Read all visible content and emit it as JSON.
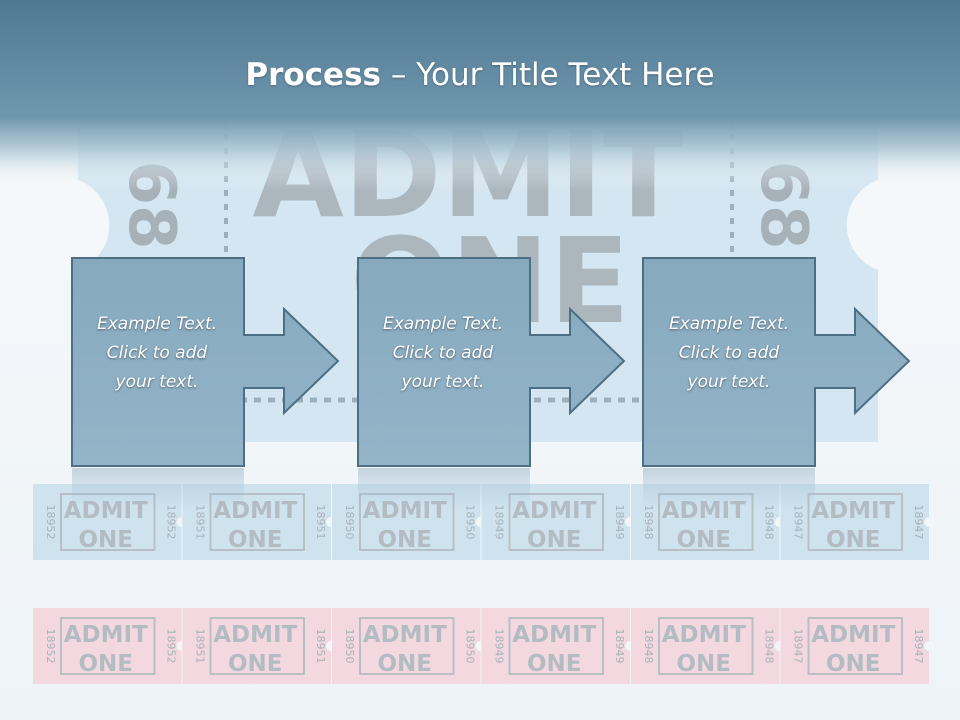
{
  "slide": {
    "title_bold": "Process",
    "title_rest": " – Your Title Text Here"
  },
  "background": {
    "ticket_big_word1": "ADMIT",
    "ticket_big_word2": "ONE",
    "ticket_big_number": "68",
    "ticket_word1": "ADMIT",
    "ticket_word2": "ONE",
    "ticket_numbers": [
      "18952",
      "18951",
      "18950",
      "18949",
      "18948",
      "18947"
    ]
  },
  "steps": [
    {
      "line1": "Example Text.",
      "line2": "Click  to add",
      "line3": "your text."
    },
    {
      "line1": "Example Text.",
      "line2": "Click  to add",
      "line3": "your text."
    },
    {
      "line1": "Example Text.",
      "line2": "Click  to add",
      "line3": "your text."
    }
  ],
  "colors": {
    "header": "#5f8aa2",
    "box_fill": "#8fb0c4",
    "box_stroke": "#4d6f83",
    "ticket_blue": "#cfe3ef",
    "ticket_pink": "#f4d8e0"
  }
}
